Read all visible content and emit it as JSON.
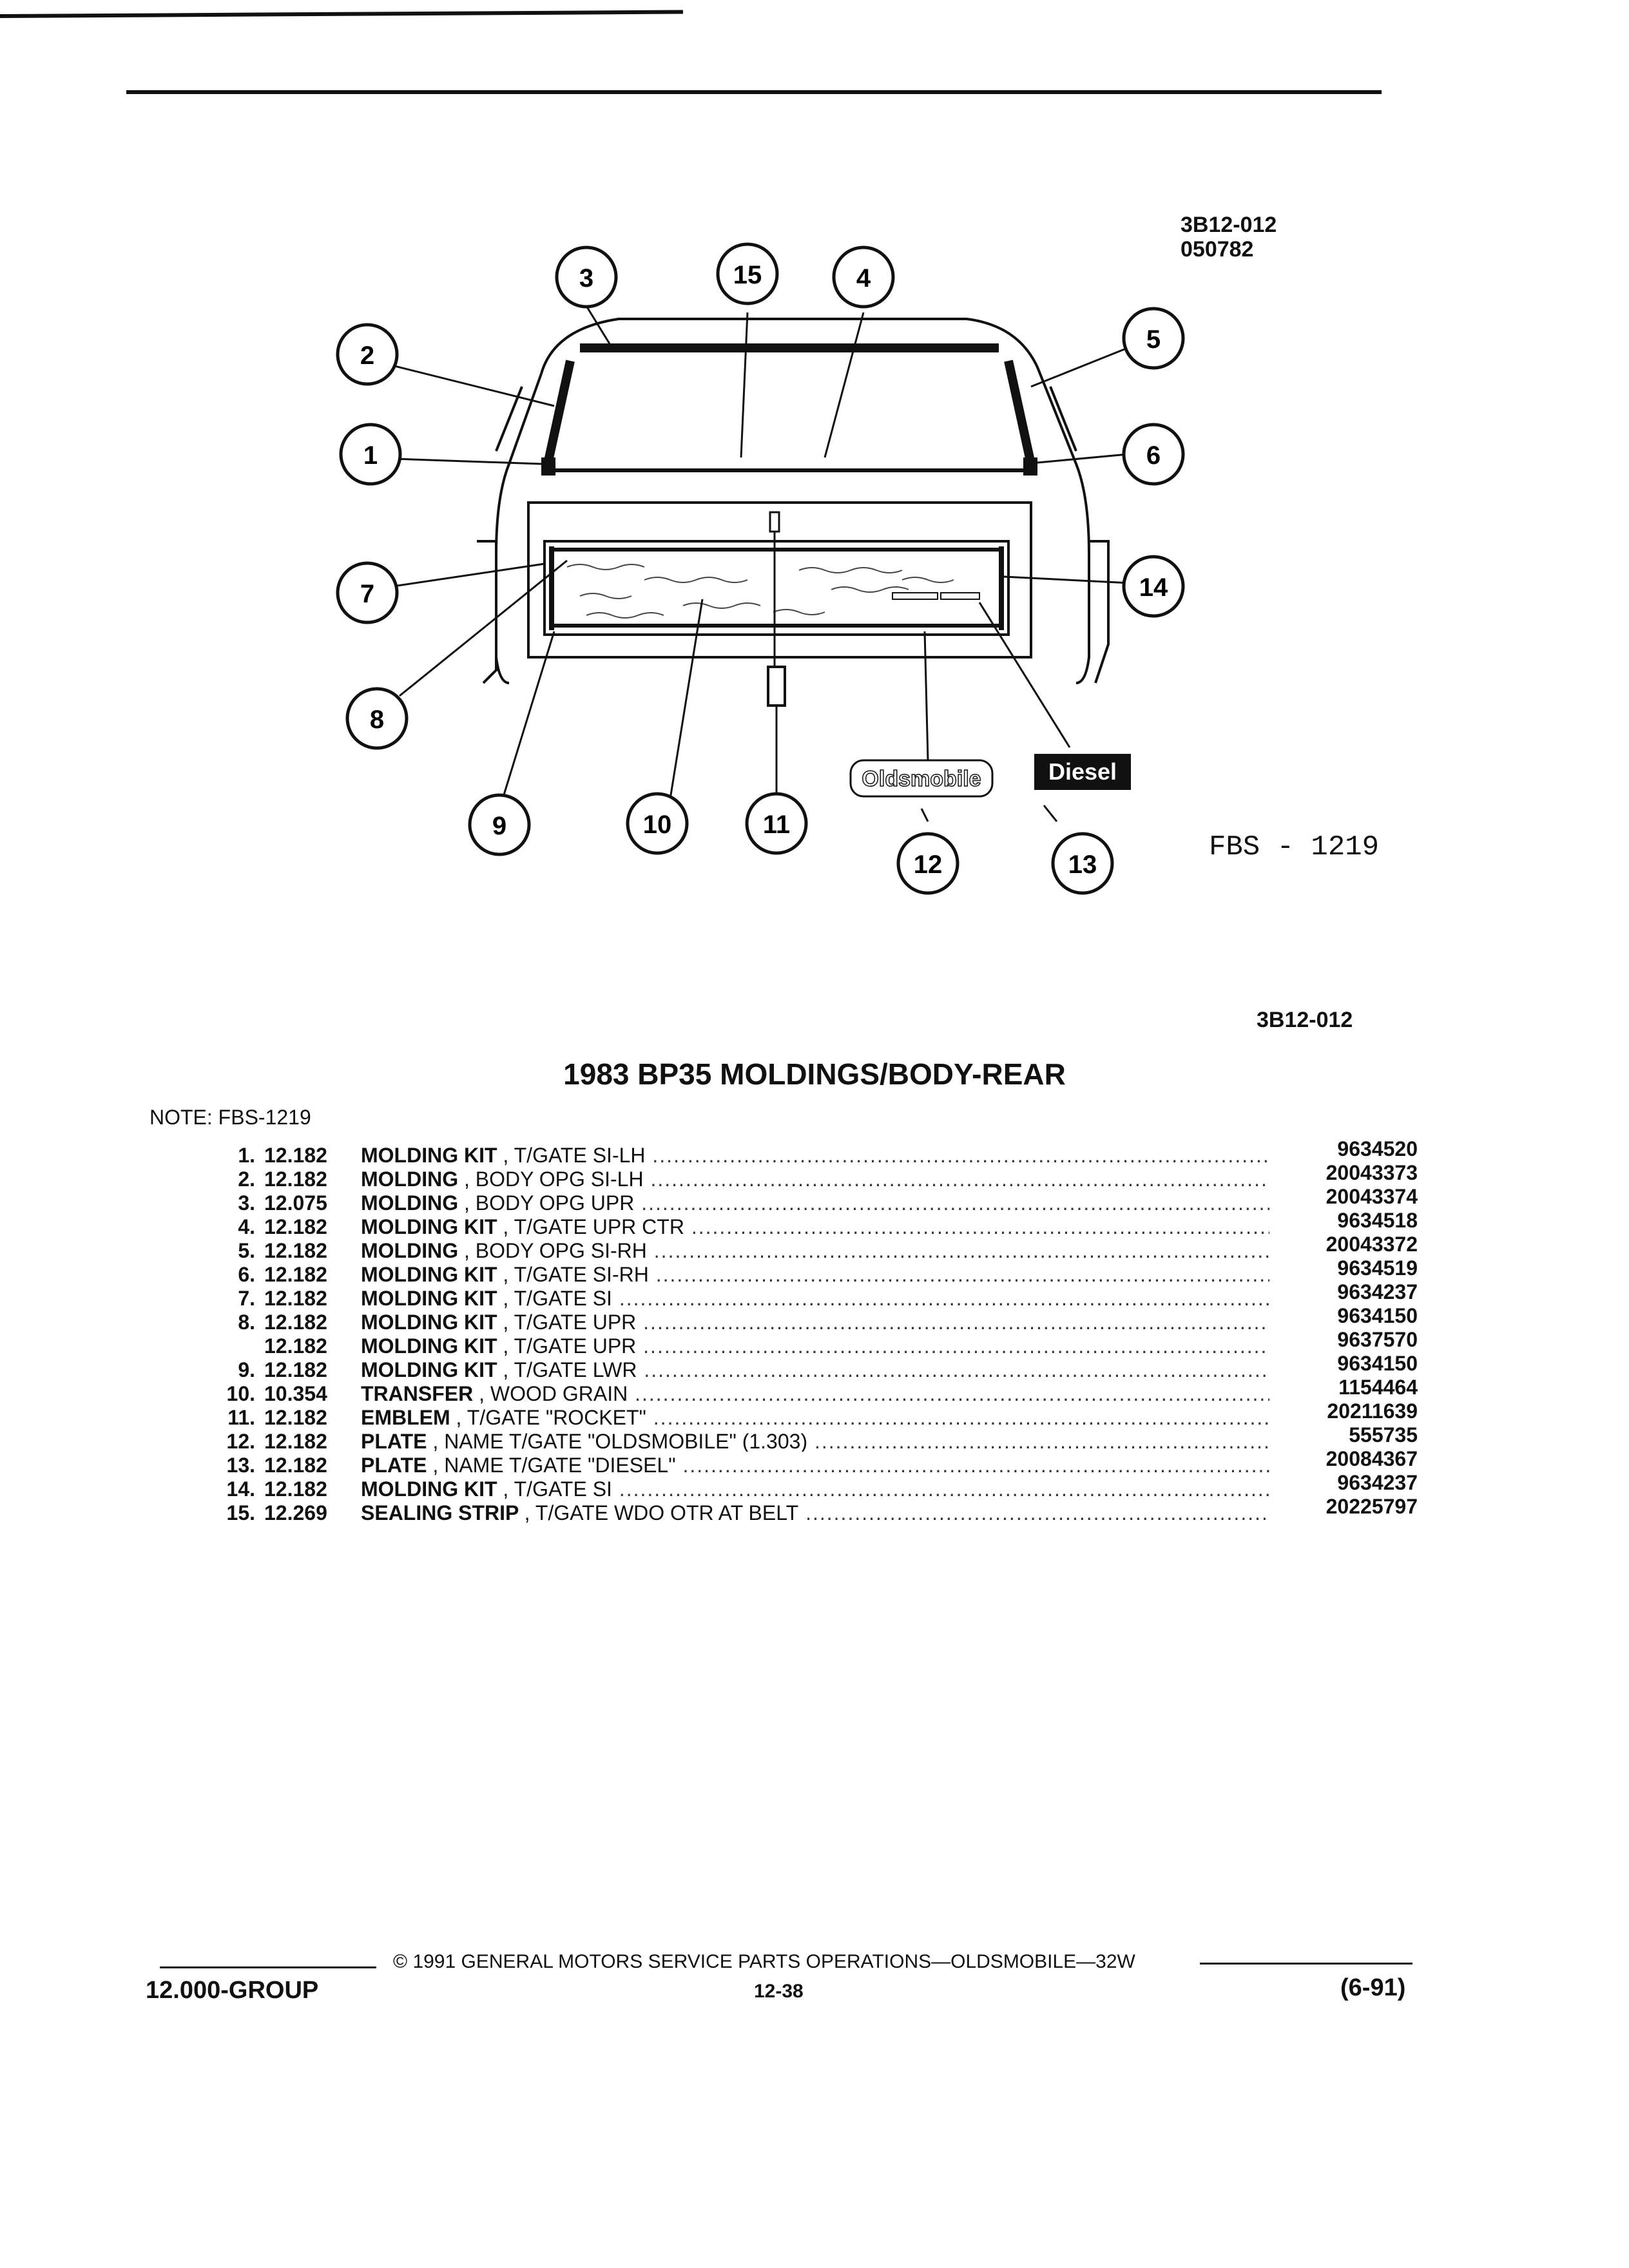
{
  "figure": {
    "ref_code": "3B12-012",
    "date_code": "050782",
    "fbs_label": "FBS - 1219",
    "callouts": [
      "1",
      "2",
      "3",
      "4",
      "5",
      "6",
      "7",
      "8",
      "9",
      "10",
      "11",
      "12",
      "13",
      "14",
      "15"
    ],
    "emblem_oldsmobile": "Oldsmobile",
    "emblem_diesel": "Diesel"
  },
  "section": {
    "ref_code": "3B12-012",
    "title": "1983 BP35 MOLDINGS/BODY-REAR",
    "note": "NOTE: FBS-1219"
  },
  "parts": [
    {
      "num": "1.",
      "code": "12.182",
      "name": "MOLDING KIT",
      "detail": ", T/GATE SI-LH",
      "pn": "9634520"
    },
    {
      "num": "2.",
      "code": "12.182",
      "name": "MOLDING",
      "detail": ", BODY OPG SI-LH",
      "pn": "20043373"
    },
    {
      "num": "3.",
      "code": "12.075",
      "name": "MOLDING",
      "detail": ", BODY OPG UPR",
      "pn": "20043374"
    },
    {
      "num": "4.",
      "code": "12.182",
      "name": "MOLDING KIT",
      "detail": ", T/GATE UPR CTR",
      "pn": "9634518"
    },
    {
      "num": "5.",
      "code": "12.182",
      "name": "MOLDING",
      "detail": ", BODY OPG SI-RH",
      "pn": "20043372"
    },
    {
      "num": "6.",
      "code": "12.182",
      "name": "MOLDING KIT",
      "detail": ", T/GATE SI-RH",
      "pn": "9634519"
    },
    {
      "num": "7.",
      "code": "12.182",
      "name": "MOLDING KIT",
      "detail": ", T/GATE SI",
      "pn": "9634237"
    },
    {
      "num": "8.",
      "code": "12.182",
      "name": "MOLDING KIT",
      "detail": ", T/GATE UPR",
      "pn": "9634150"
    },
    {
      "num": "",
      "code": "12.182",
      "name": "MOLDING KIT",
      "detail": ", T/GATE UPR",
      "pn": "9637570"
    },
    {
      "num": "9.",
      "code": "12.182",
      "name": "MOLDING KIT",
      "detail": ", T/GATE LWR",
      "pn": "9634150"
    },
    {
      "num": "10.",
      "code": "10.354",
      "name": "TRANSFER",
      "detail": ", WOOD GRAIN",
      "pn": "1154464"
    },
    {
      "num": "11.",
      "code": "12.182",
      "name": "EMBLEM",
      "detail": ", T/GATE \"ROCKET\"",
      "pn": "20211639"
    },
    {
      "num": "12.",
      "code": "12.182",
      "name": "PLATE",
      "detail": ", NAME T/GATE \"OLDSMOBILE\" (1.303)",
      "pn": "555735"
    },
    {
      "num": "13.",
      "code": "12.182",
      "name": "PLATE",
      "detail": ", NAME T/GATE \"DIESEL\"",
      "pn": "20084367"
    },
    {
      "num": "14.",
      "code": "12.182",
      "name": "MOLDING KIT",
      "detail": ", T/GATE SI",
      "pn": "9634237"
    },
    {
      "num": "15.",
      "code": "12.269",
      "name": "SEALING STRIP",
      "detail": ", T/GATE WDO OTR AT BELT",
      "pn": "20225797"
    }
  ],
  "footer": {
    "copyright": "© 1991 GENERAL MOTORS SERVICE PARTS OPERATIONS—OLDSMOBILE—32W",
    "group": "12.000-GROUP",
    "page": "12-38",
    "date": "(6-91)"
  }
}
